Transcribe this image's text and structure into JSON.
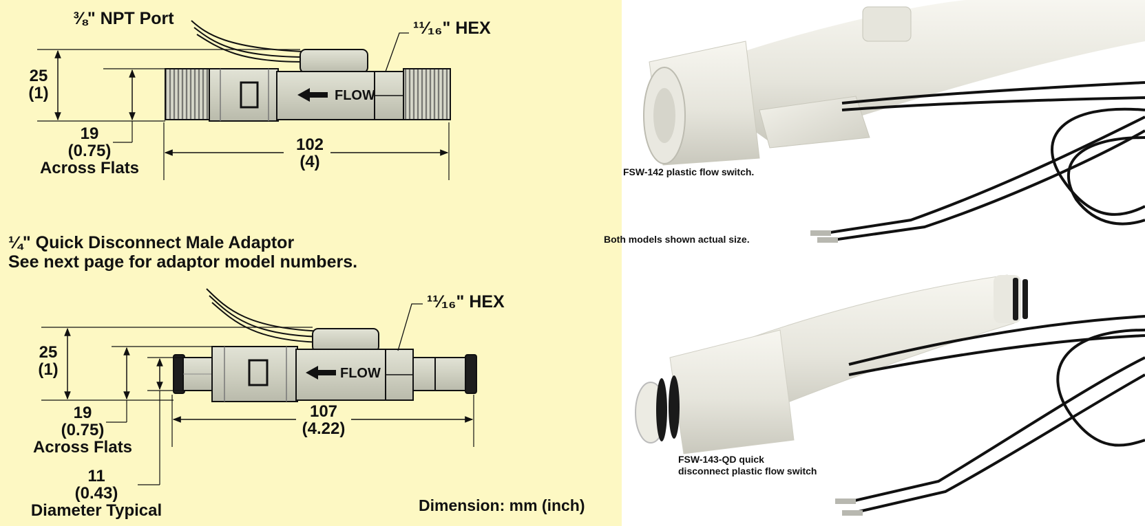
{
  "diagram_top": {
    "port_label": "⅜\" NPT Port",
    "hex_label": "¹¹⁄₁₆\" HEX",
    "flow_label": "FLOW",
    "height_mm": "25",
    "height_in": "(1)",
    "flats_mm": "19",
    "flats_in": "(0.75)",
    "flats_text": "Across Flats",
    "length_mm": "102",
    "length_in": "(4)"
  },
  "adaptor_heading": {
    "line1": "¼\" Quick Disconnect Male Adaptor",
    "line2": "See next page for adaptor model numbers."
  },
  "diagram_bottom": {
    "hex_label": "¹¹⁄₁₆\" HEX",
    "flow_label": "FLOW",
    "height_mm": "25",
    "height_in": "(1)",
    "flats_mm": "19",
    "flats_in": "(0.75)",
    "flats_text": "Across Flats",
    "length_mm": "107",
    "length_in": "(4.22)",
    "diameter_mm": "11",
    "diameter_in": "(0.43)",
    "diameter_text": "Diameter Typical"
  },
  "dimension_note": "Dimension: mm (inch)",
  "photos": {
    "caption_top": "FSW-142 plastic flow switch.",
    "caption_middle": "Both models shown actual size.",
    "caption_bottom_line1": "FSW-143-QD quick",
    "caption_bottom_line2": "disconnect plastic flow switch"
  },
  "colors": {
    "panel_background": "#fdf8c3",
    "body_fill": "#d2d3c4",
    "part_white": "#ecebe3"
  }
}
